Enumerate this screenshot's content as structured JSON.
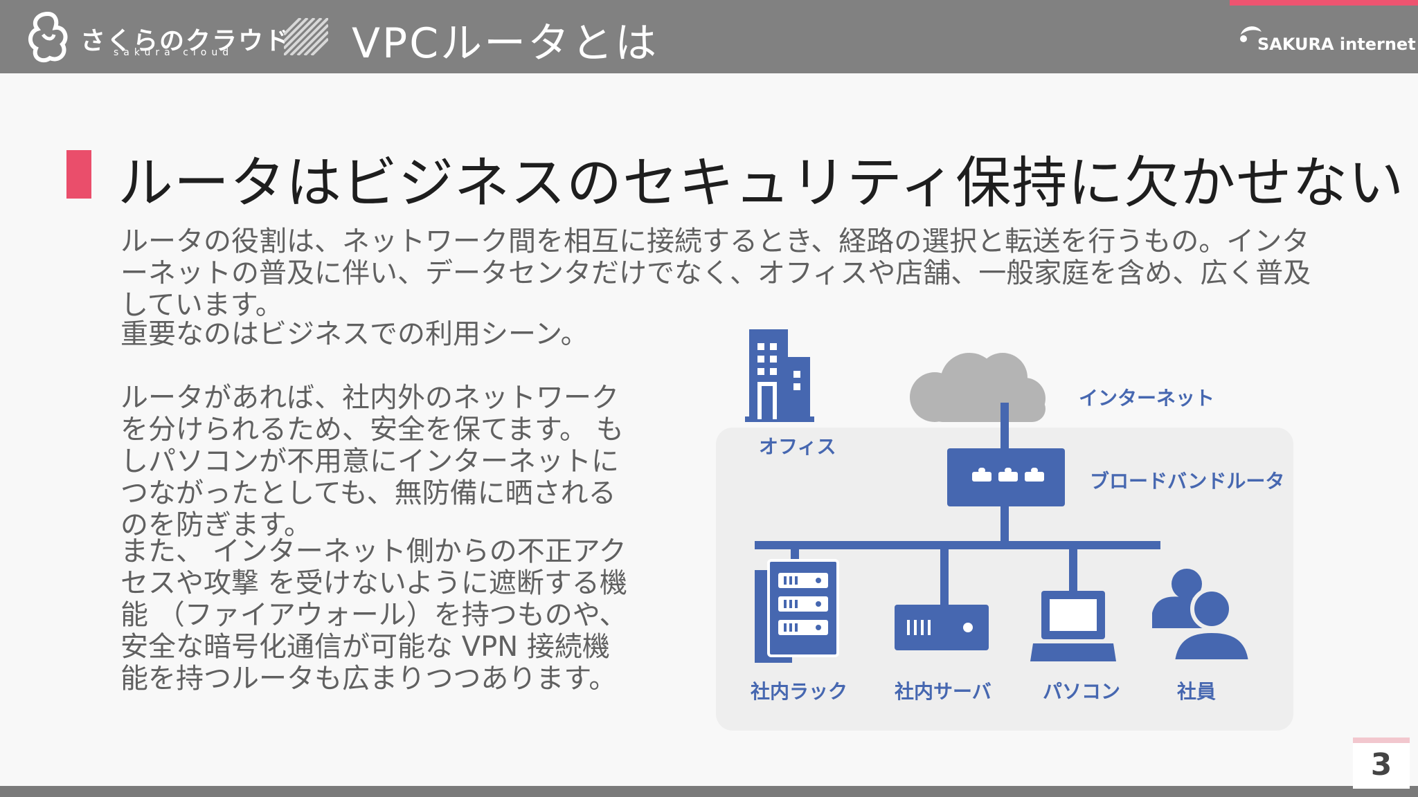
{
  "header": {
    "brand": "さくらのクラウド",
    "brand_sub": "sakura cloud",
    "title": "VPCルータとは",
    "corp": "SAKURA internet"
  },
  "heading": "ルータはビジネスのセキュリティ保持に欠かせない",
  "lead": "ルータの役割は、ネットワーク間を相互に接続するとき、経路の選択と転送を行うもの。インターネットの普及に伴い、データセンタだけでなく、オフィスや店舗、一般家庭を含め、広く普及しています。",
  "paragraphs": [
    "重要なのはビジネスでの利用シーン。",
    "ルータがあれば、社内外のネットワークを分けられるため、安全を保てます。 もしパソコンが不用意にインターネットにつながったとしても、無防備に晒されるのを防ぎます。",
    "また、 インターネット側からの不正アクセスや攻撃 を受けないように遮断する機能 （ファイアウォール）を持つものや、安全な暗号化通信が可能な VPN 接続機能を持つルータも広まりつつあります。"
  ],
  "diagram": {
    "office": "オフィス",
    "internet": "インターネット",
    "router": "ブロードバンドルータ",
    "rack": "社内ラック",
    "server": "社内サーバ",
    "pc": "パソコン",
    "staff": "社員"
  },
  "colors": {
    "accent": "#ea4e6b",
    "diagram_blue": "#4667b0",
    "header_gray": "#818181"
  },
  "page_number": "3"
}
